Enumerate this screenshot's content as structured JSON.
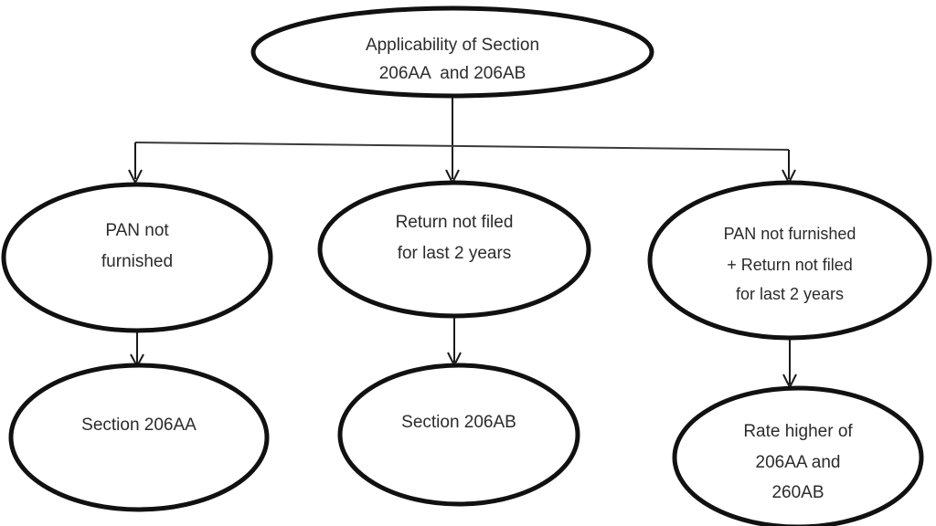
{
  "diagram": {
    "type": "flowchart",
    "title": "Applicability of Section 206AA and 206AB",
    "orientation": "top-down",
    "node_shape": "ellipse",
    "colors": {
      "background": "#ffffff",
      "node_fill": "#ffffff",
      "node_stroke": "#111111",
      "text": "#2b2b2b",
      "connector": "#1a1a1a"
    },
    "nodes": {
      "root": {
        "id": "root",
        "lines": [
          "Applicability of Section",
          "206AA  and 206AB"
        ],
        "line1": "Applicability of Section",
        "line2": "206AA  and 206AB"
      },
      "cond_left": {
        "id": "cond_left",
        "lines": [
          "PAN not",
          "furnished"
        ],
        "line1": "PAN not",
        "line2": "furnished"
      },
      "cond_center": {
        "id": "cond_center",
        "lines": [
          "Return not filed",
          "for last 2 years"
        ],
        "line1": "Return not filed",
        "line2": "for last 2 years"
      },
      "cond_right": {
        "id": "cond_right",
        "lines": [
          "PAN not furnished",
          "+ Return not filed",
          "for last 2 years"
        ],
        "line1": "PAN not furnished",
        "line2": "+ Return not filed",
        "line3": "for last 2 years"
      },
      "result_left": {
        "id": "result_left",
        "lines": [
          "Section 206AA"
        ],
        "line1": "Section 206AA"
      },
      "result_center": {
        "id": "result_center",
        "lines": [
          "Section 206AB"
        ],
        "line1": "Section 206AB"
      },
      "result_right": {
        "id": "result_right",
        "lines": [
          "Rate higher of",
          "206AA and",
          "260AB"
        ],
        "line1": "Rate higher of",
        "line2": "206AA and",
        "line3": "260AB"
      }
    },
    "edges": [
      {
        "from": "root",
        "to": "cond_left",
        "style": "elbow-arrow"
      },
      {
        "from": "root",
        "to": "cond_center",
        "style": "straight-arrow"
      },
      {
        "from": "root",
        "to": "cond_right",
        "style": "elbow-arrow"
      },
      {
        "from": "cond_left",
        "to": "result_left",
        "style": "straight-arrow"
      },
      {
        "from": "cond_center",
        "to": "result_center",
        "style": "straight-arrow"
      },
      {
        "from": "cond_right",
        "to": "result_right",
        "style": "straight-arrow"
      }
    ]
  }
}
